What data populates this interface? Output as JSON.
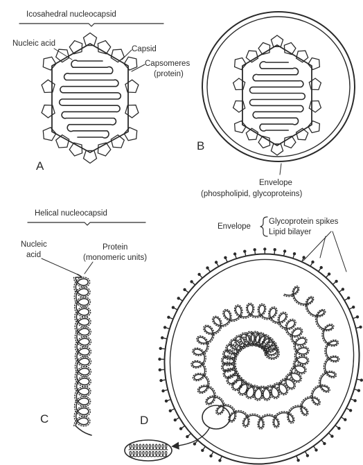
{
  "colors": {
    "ink": "#2a2a2a",
    "background": "#ffffff"
  },
  "labels": {
    "icosahedral_title": "Icosahedral nucleocapsid",
    "nucleic_acid_a": "Nucleic acid",
    "capsid": "Capsid",
    "capsomeres_line1": "Capsomeres",
    "capsomeres_line2": "(protein)",
    "panel_a": "A",
    "panel_b": "B",
    "envelope_b_line1": "Envelope",
    "envelope_b_line2": "(phospholipid, glycoproteins)",
    "helical_title": "Helical nucleocapsid",
    "nucleic_line1": "Nucleic",
    "nucleic_line2": "acid",
    "protein_line1": "Protein",
    "protein_line2": "(monomeric units)",
    "envelope_d": "Envelope",
    "glycoprotein_spikes": "Glycoprotein spikes",
    "lipid_bilayer": "Lipid bilayer",
    "panel_c": "C",
    "panel_d": "D"
  }
}
